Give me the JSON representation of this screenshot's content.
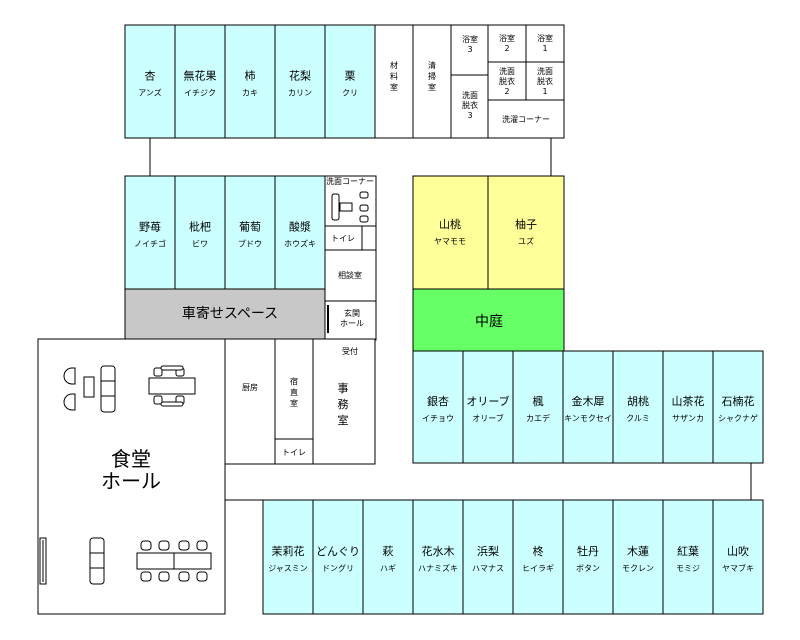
{
  "colors": {
    "room": "#ccffff",
    "yellow": "#ffff99",
    "garden": "#66ff66",
    "drop": "#c8c8c8",
    "white": "#ffffff",
    "line": "#000000"
  },
  "top_rooms": [
    {
      "name": "杏",
      "kana": "アンズ"
    },
    {
      "name": "無花果",
      "kana": "イチジク"
    },
    {
      "name": "柿",
      "kana": "カキ"
    },
    {
      "name": "花梨",
      "kana": "カリン"
    },
    {
      "name": "栗",
      "kana": "クリ"
    }
  ],
  "top_utility": {
    "storage": "材料室",
    "cleaning": "清掃室",
    "bath3": "浴室\n3",
    "bath2": "浴室\n2",
    "bath1": "浴室\n1",
    "dress3": "洗面\n脱衣\n3",
    "dress2": "洗面\n脱衣\n2",
    "dress1": "洗面\n脱衣\n1",
    "laundry": "洗濯コーナー"
  },
  "mid_rooms": [
    {
      "name": "野苺",
      "kana": "ノイチゴ"
    },
    {
      "name": "枇杷",
      "kana": "ビワ"
    },
    {
      "name": "葡萄",
      "kana": "ブドウ"
    },
    {
      "name": "酸漿",
      "kana": "ホウズキ"
    }
  ],
  "mid_utility": {
    "wash_corner": "洗面コーナー",
    "toilet": "トイレ",
    "consult": "相談室",
    "entrance": "玄関\nホール"
  },
  "drop_off": "車寄せスペース",
  "yellow_rooms": [
    {
      "name": "山桃",
      "kana": "ヤマモモ"
    },
    {
      "name": "柚子",
      "kana": "ユズ"
    }
  ],
  "courtyard": "中庭",
  "dining": "食堂\nホール",
  "center": {
    "kitchen": "厨房",
    "night_duty": "宿直室",
    "toilet": "トイレ",
    "reception": "受付",
    "office": "事務室"
  },
  "right_rooms": [
    {
      "name": "銀杏",
      "kana": "イチョウ"
    },
    {
      "name": "オリーブ",
      "kana": "オリーブ"
    },
    {
      "name": "楓",
      "kana": "カエデ"
    },
    {
      "name": "金木犀",
      "kana": "キンモクセイ"
    },
    {
      "name": "胡桃",
      "kana": "クルミ"
    },
    {
      "name": "山茶花",
      "kana": "サザンカ"
    },
    {
      "name": "石楠花",
      "kana": "シャクナゲ"
    }
  ],
  "bottom_rooms": [
    {
      "name": "茉莉花",
      "kana": "ジャスミン"
    },
    {
      "name": "どんぐり",
      "kana": "ドングリ"
    },
    {
      "name": "萩",
      "kana": "ハギ"
    },
    {
      "name": "花水木",
      "kana": "ハナミズキ"
    },
    {
      "name": "浜梨",
      "kana": "ハマナス"
    },
    {
      "name": "柊",
      "kana": "ヒイラギ"
    },
    {
      "name": "牡丹",
      "kana": "ボタン"
    },
    {
      "name": "木蓮",
      "kana": "モクレン"
    },
    {
      "name": "紅葉",
      "kana": "モミジ"
    },
    {
      "name": "山吹",
      "kana": "ヤマブキ"
    }
  ]
}
